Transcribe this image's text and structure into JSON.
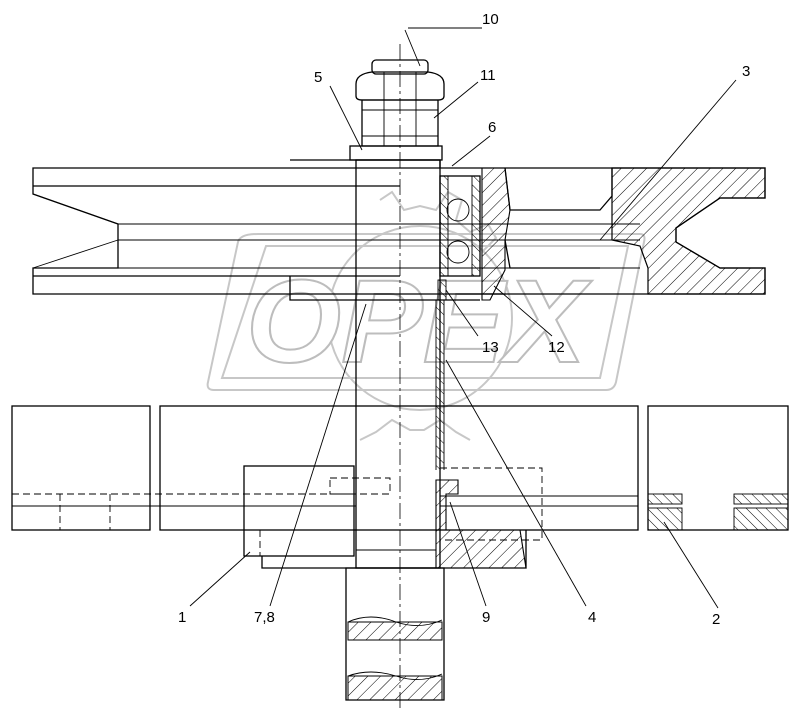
{
  "watermark": {
    "text": "OPEX"
  },
  "callouts": {
    "c1": "1",
    "c2": "2",
    "c3": "3",
    "c4": "4",
    "c5": "5",
    "c6": "6",
    "c78": "7,8",
    "c9": "9",
    "c10": "10",
    "c11": "11",
    "c12": "12",
    "c13": "13"
  }
}
